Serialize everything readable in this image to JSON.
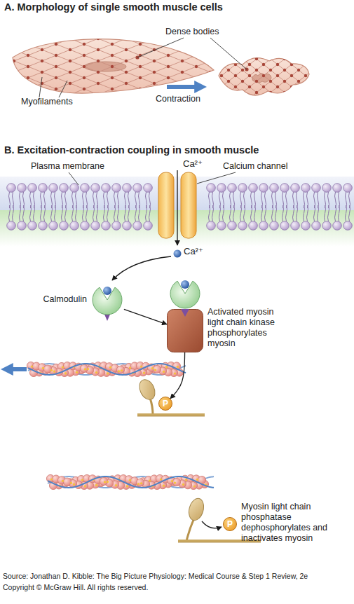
{
  "diagram": {
    "caption": "Source: Jonathan D. Kibble: The Big Picture Physiology: Medical Course & Step 1 Review, 2e",
    "nodes": [
      {
        "text": [
          "Calmodulin"
        ]
      },
      {
        "text": [
          "Activated myosin light chain kinase phosphorylates myosin"
        ]
      },
      {
        "text": [
          "P"
        ]
      },
      {
        "text": [
          "P"
        ]
      }
    ],
    "edges": [
      {
        "from": 0,
        "to": 1,
        "arrow": "to"
      },
      {
        "from": 1,
        "to": 2,
        "arrow": "to"
      }
    ],
    "labels": [
      "A. Morphology of single smooth muscle cells",
      "Dense bodies",
      "Myofilaments",
      "Contraction",
      "B. Excitation-contraction coupling in smooth muscle",
      "Plasma membrane",
      "Ca²⁺",
      "Calcium channel",
      "Ca²⁺",
      "Myosin light chain phosphatase dephosphorylates and inactivates myosin",
      "Copyright © McGraw Hill. All rights reserved."
    ]
  }
}
